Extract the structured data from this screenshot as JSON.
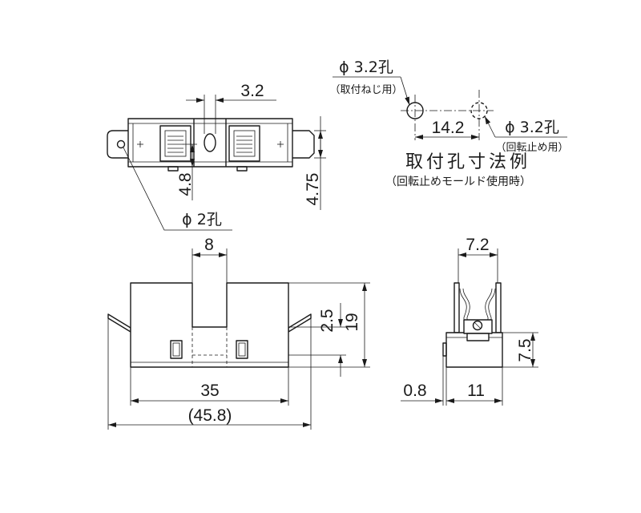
{
  "colors": {
    "line": "#1a1a1a",
    "background": "#ffffff"
  },
  "plan_view": {
    "slot_width_dim": "3.2",
    "hole_offset_dim": "4.8",
    "tab_height_dim": "4.75",
    "terminal_hole_label": "ϕ 2孔"
  },
  "mounting_hole_example": {
    "title": "取付孔寸法例",
    "subtitle": "（回転止めモールド使用時）",
    "screw_hole_label": "ϕ 3.2孔",
    "screw_hole_note": "（取付ねじ用）",
    "anti_rotation_hole_label": "ϕ 3.2孔",
    "anti_rotation_hole_note": "（回転止め用）",
    "hole_pitch_dim": "14.2"
  },
  "front_view": {
    "notch_width_dim": "8",
    "notch_depth_dim": "2.5",
    "height_dim": "19",
    "body_length_dim": "35",
    "overall_length_dim": "(45.8)"
  },
  "side_view": {
    "clip_width_dim": "7.2",
    "base_height_dim": "7.5",
    "width_dim": "11",
    "protrusion_dim": "0.8"
  }
}
